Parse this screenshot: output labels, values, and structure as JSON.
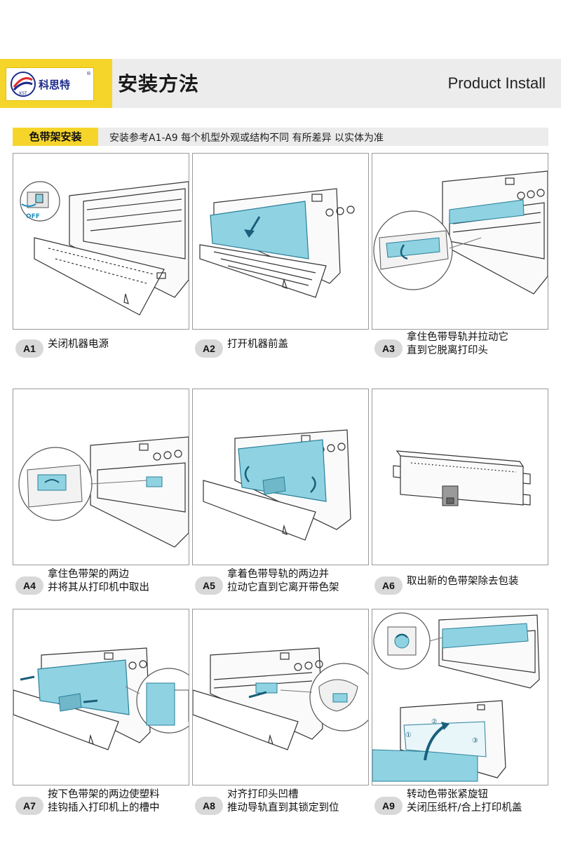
{
  "header": {
    "brand": "科思特",
    "brand_mark": "KST",
    "reg_mark": "®",
    "title": "安装方法",
    "subtitle": "Product Install"
  },
  "section": {
    "tag": "色带架安装",
    "note": "安装参考A1-A9 每个机型外观或结构不同 有所差异 以实体为准"
  },
  "colors": {
    "accent_yellow": "#f6d52b",
    "highlight_cyan": "#8fd3e3",
    "header_gray": "#ececec"
  },
  "panels": [
    {
      "icon": "printer-power-off-illustration",
      "inset_label": "OFF"
    },
    {
      "icon": "printer-open-cover-illustration"
    },
    {
      "icon": "printer-guide-pull-illustration"
    },
    {
      "icon": "printer-remove-ribbon-illustration"
    },
    {
      "icon": "printer-pull-guide-illustration"
    },
    {
      "icon": "new-ribbon-cartridge-illustration"
    },
    {
      "icon": "printer-insert-ribbon-illustration"
    },
    {
      "icon": "printer-align-head-illustration"
    },
    {
      "icon": "printer-close-cover-illustration",
      "step_markers": [
        "①",
        "②",
        "③"
      ]
    }
  ],
  "steps": [
    {
      "label": "A1",
      "lines": [
        "关闭机器电源"
      ]
    },
    {
      "label": "A2",
      "lines": [
        "打开机器前盖"
      ]
    },
    {
      "label": "A3",
      "lines": [
        "拿住色带导轨并拉动它",
        "直到它脱离打印头"
      ]
    },
    {
      "label": "A4",
      "lines": [
        "拿住色带架的两边",
        "并将其从打印机中取出"
      ]
    },
    {
      "label": "A5",
      "lines": [
        "拿着色带导轨的两边并",
        "拉动它直到它离开带色架"
      ]
    },
    {
      "label": "A6",
      "lines": [
        "取出新的色带架除去包装"
      ]
    },
    {
      "label": "A7",
      "lines": [
        "按下色带架的两边使塑料",
        "挂钩插入打印机上的槽中"
      ]
    },
    {
      "label": "A8",
      "lines": [
        "对齐打印头凹槽",
        "推动导轨直到其锁定到位"
      ]
    },
    {
      "label": "A9",
      "lines": [
        "转动色带张紧旋钮",
        "关闭压纸杆/合上打印机盖"
      ]
    }
  ]
}
